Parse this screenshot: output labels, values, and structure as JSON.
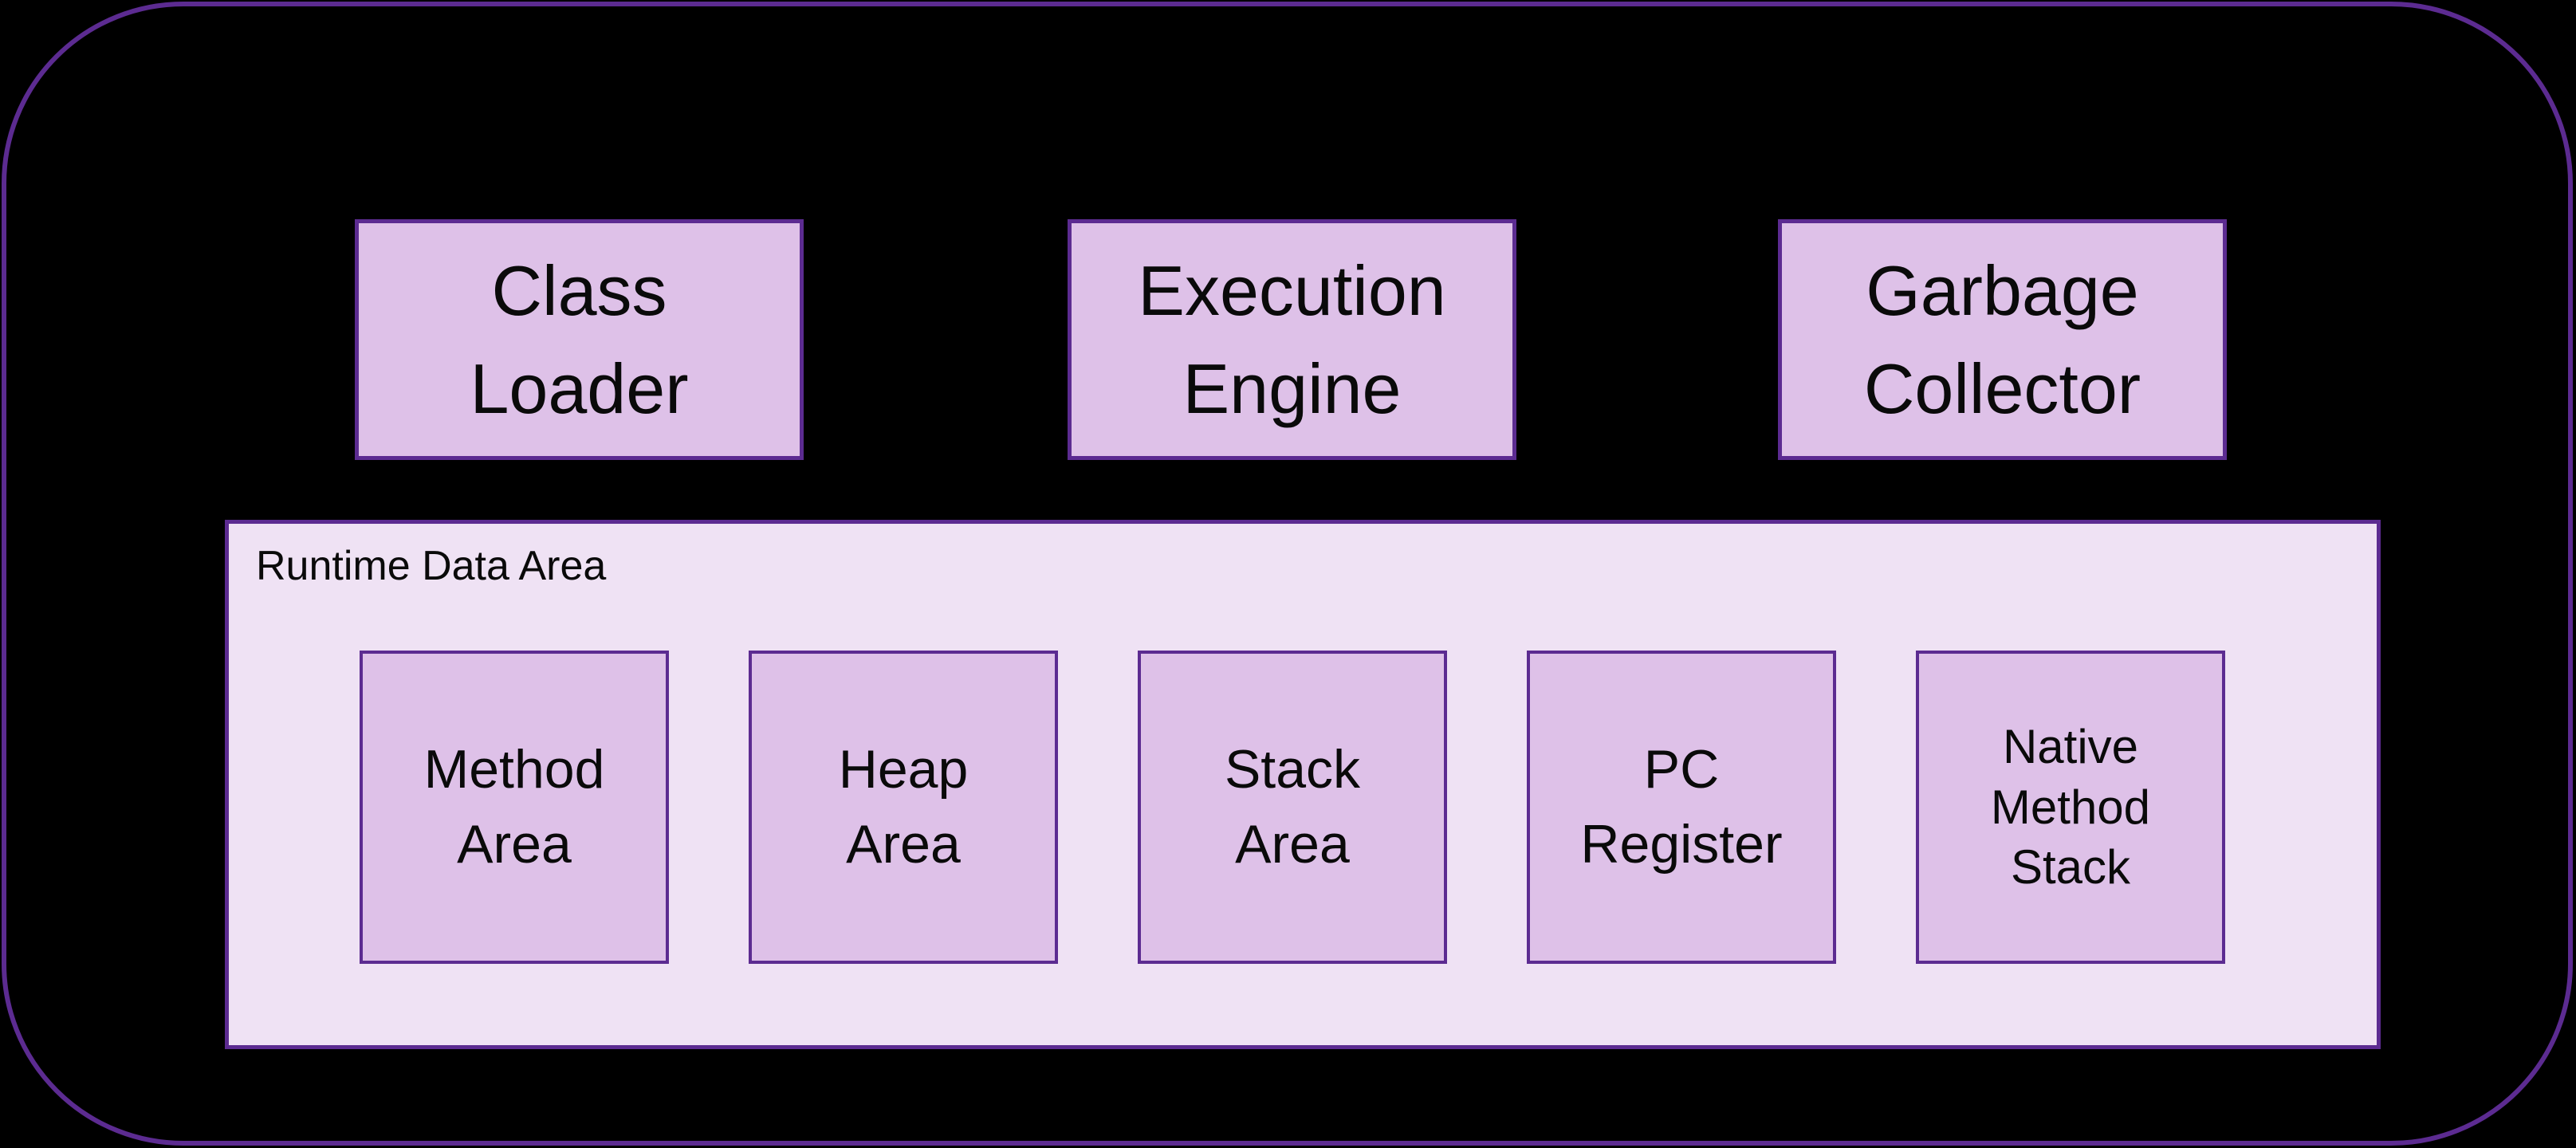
{
  "colors": {
    "background": "#000000",
    "outline": "#5C2B91",
    "box_fill": "#DEC1E8",
    "runtime_fill": "#EFE2F4",
    "text": "#0A0A0A"
  },
  "top_boxes": [
    {
      "label": "Class\nLoader"
    },
    {
      "label": "Execution\nEngine"
    },
    {
      "label": "Garbage\nCollector"
    }
  ],
  "runtime_area": {
    "label": "Runtime Data Area",
    "boxes": [
      {
        "label": "Method\nArea"
      },
      {
        "label": "Heap\nArea"
      },
      {
        "label": "Stack\nArea"
      },
      {
        "label": "PC\nRegister"
      },
      {
        "label": "Native\nMethod\nStack"
      }
    ]
  }
}
